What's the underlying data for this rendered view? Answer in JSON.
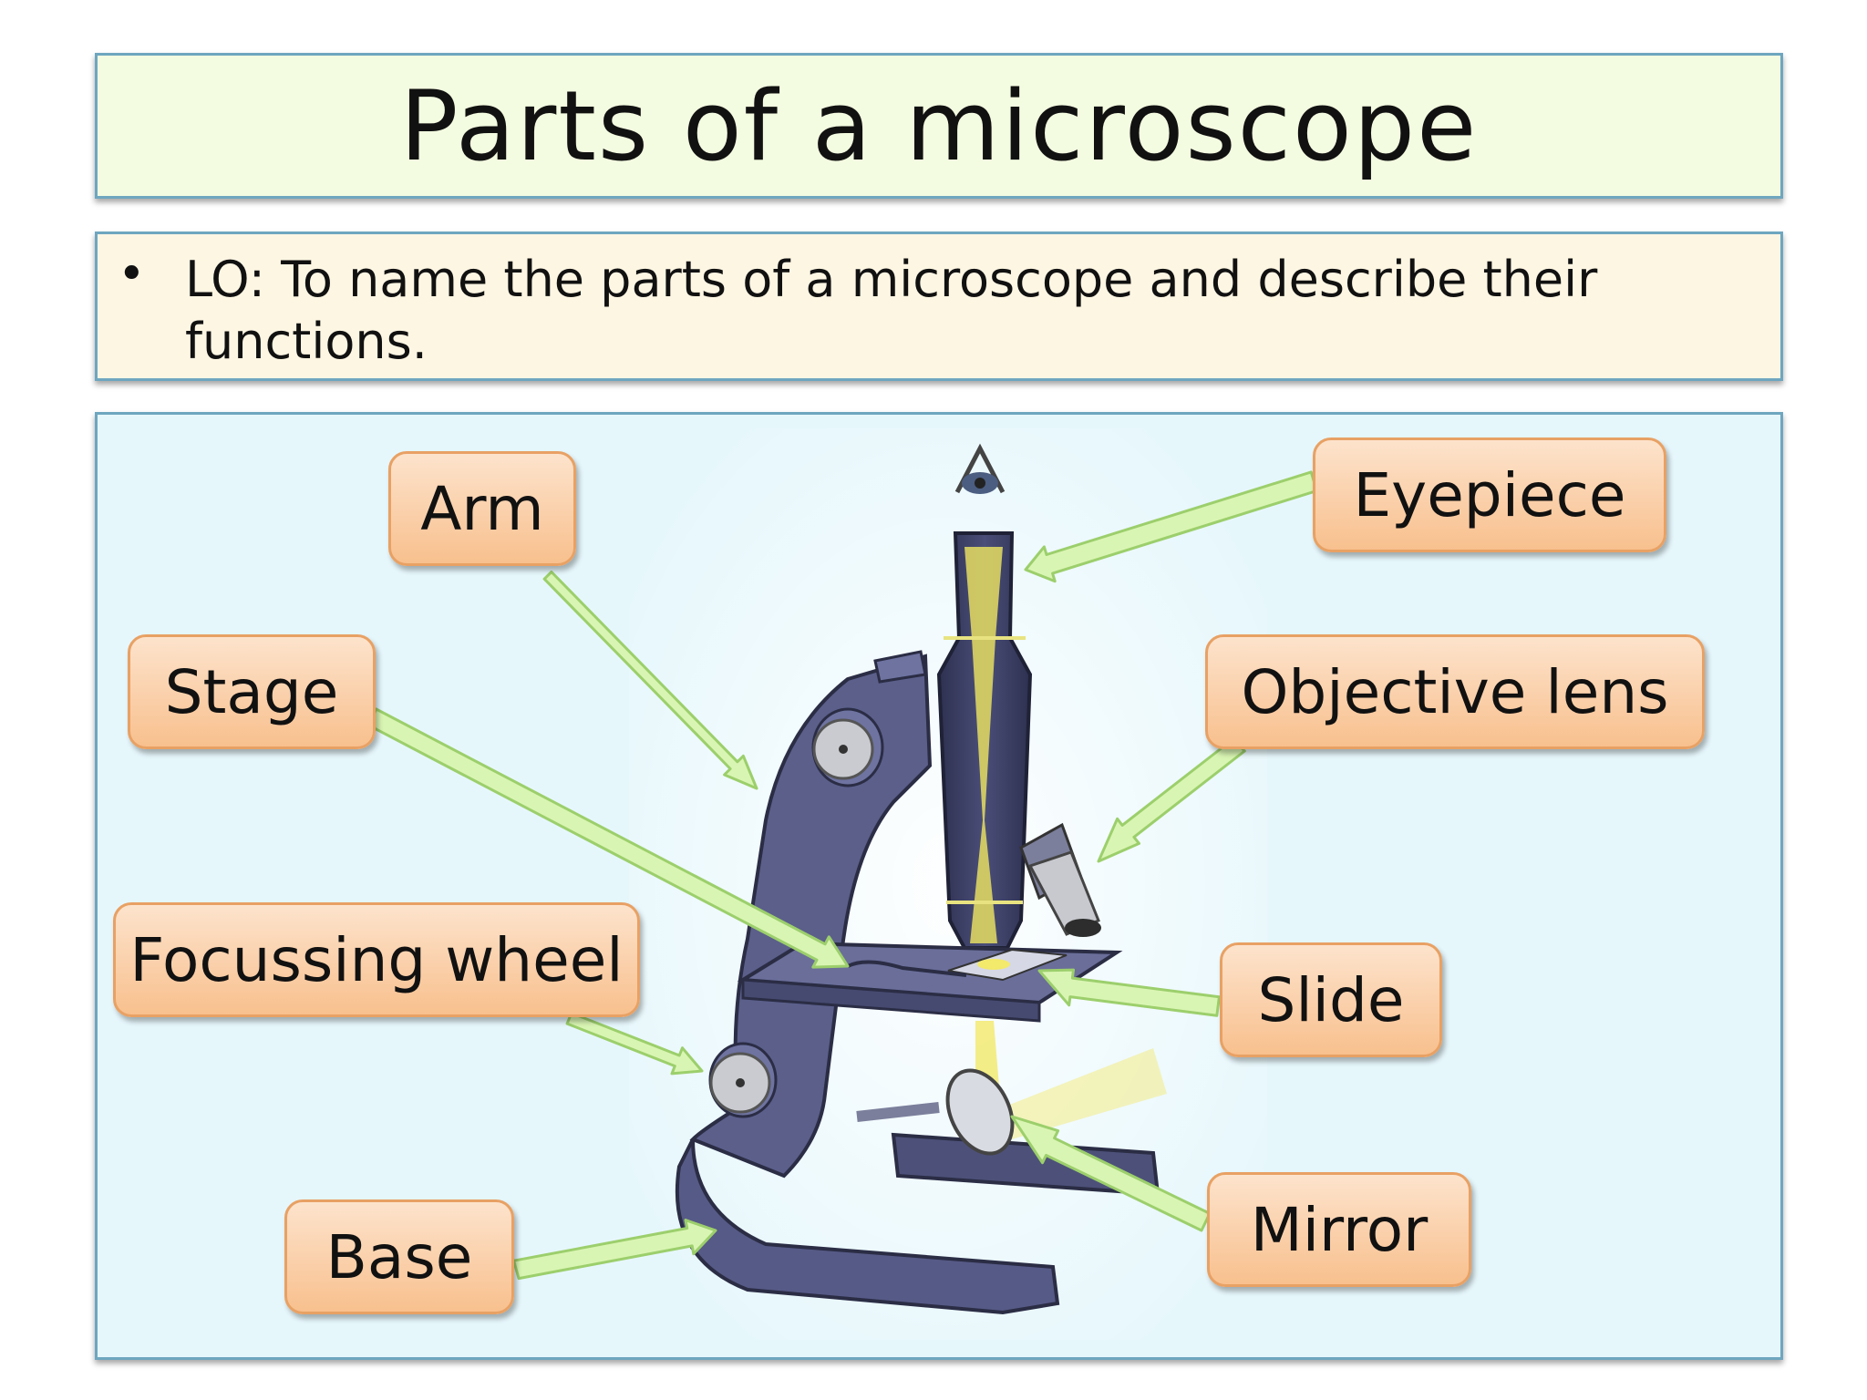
{
  "title": "Parts of a microscope",
  "objective": {
    "bullet": "•",
    "text": "LO: To name the parts of a microscope and describe their functions."
  },
  "labels": {
    "arm": "Arm",
    "stage": "Stage",
    "focussing_wheel": "Focussing wheel",
    "base": "Base",
    "eyepiece": "Eyepiece",
    "objective_lens": "Objective lens",
    "slide": "Slide",
    "mirror": "Mirror"
  },
  "colors": {
    "title_bg": "#f3fbe0",
    "objective_bg": "#fdf6e3",
    "panel_bg": "#e6f7fc",
    "label_bg": "#f8c08e",
    "arrow_fill": "#d9f5b3",
    "arrow_stroke": "#9ccf6c",
    "microscope_body": "#5b5f8a",
    "light_beam": "#f3e96a"
  }
}
